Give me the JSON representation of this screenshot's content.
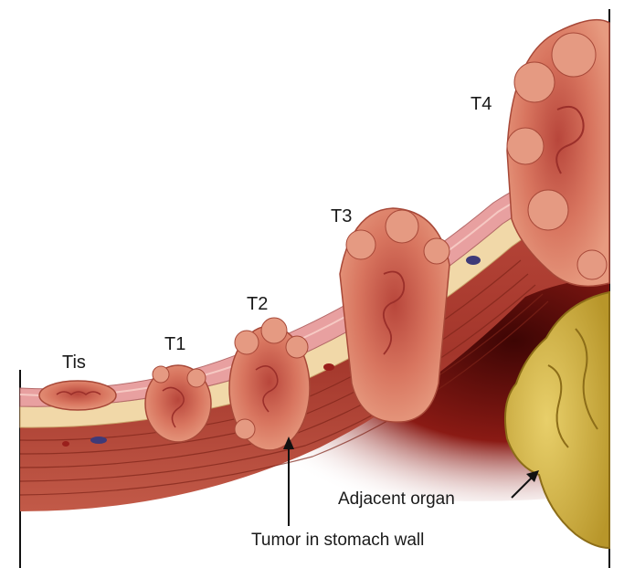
{
  "stage_labels": {
    "tis": "Tis",
    "t1": "T1",
    "t2": "T2",
    "t3": "T3",
    "t4": "T4"
  },
  "callouts": {
    "adjacent_organ": "Adjacent organ",
    "tumor_in_wall": "Tumor in stomach wall"
  },
  "colors": {
    "mucosa": "#e8a0a0",
    "submucosa": "#f1d8a8",
    "muscle": "#a8392e",
    "muscle_stripe": "#7e2419",
    "tumor": "#d6705a",
    "tumor_dark": "#9b2f2a",
    "organ": "#c9a934",
    "organ_light": "#e8cf6a",
    "background_shadow": "#7a1512",
    "frame": "#111111"
  },
  "icons": {
    "callout_arrow": "arrow-icon"
  }
}
